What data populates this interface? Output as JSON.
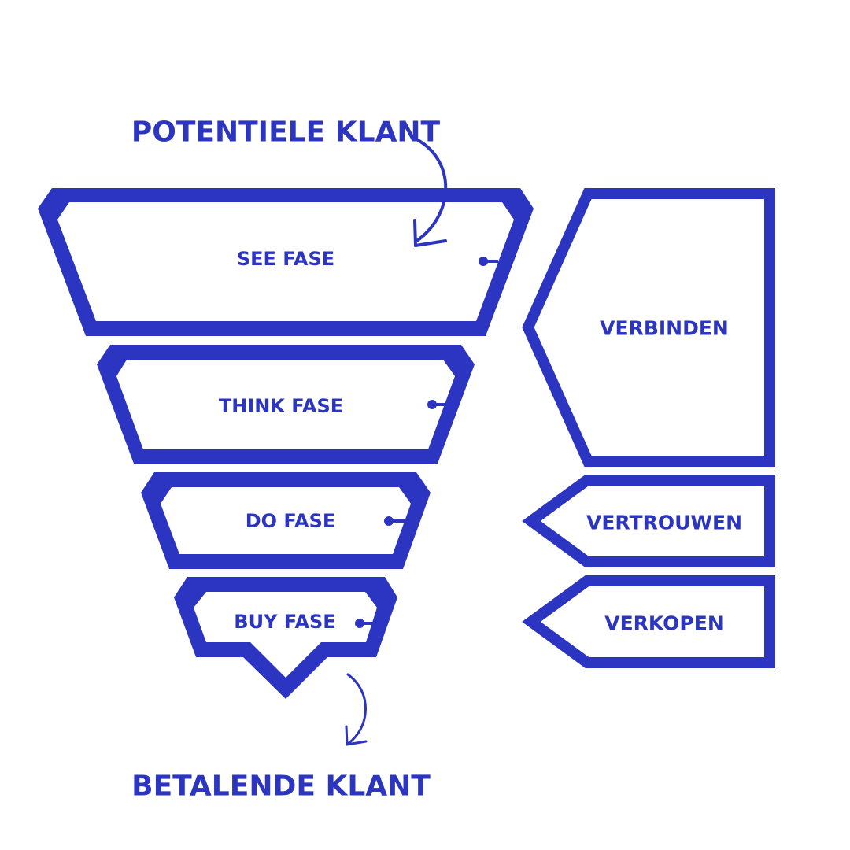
{
  "colors": {
    "primary": "#2b35c2",
    "background": "#ffffff"
  },
  "top_label": "POTENTIELE KLANT",
  "bottom_label": "BETALENDE KLANT",
  "funnel": [
    {
      "label": "SEE FASE"
    },
    {
      "label": "THINK FASE"
    },
    {
      "label": "DO FASE"
    },
    {
      "label": "BUY FASE"
    }
  ],
  "side_tags": [
    {
      "label": "VERBINDEN"
    },
    {
      "label": "VERTROUWEN"
    },
    {
      "label": "VERKOPEN"
    }
  ]
}
